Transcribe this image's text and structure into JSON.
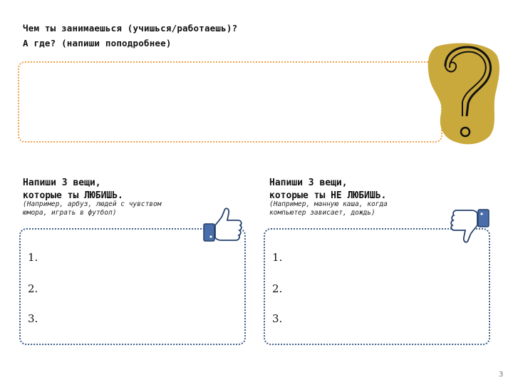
{
  "header": {
    "question_line1": "Чем ты занимаешься (учишься/работаешь)?",
    "question_line2": "А где? (напиши поподробнее)"
  },
  "decoration": {
    "icon": "question-mark-icon",
    "blob_color": "#c9a83c"
  },
  "likes": {
    "title_line1": "Напиши 3 вещи,",
    "title_line2": "которые ты ЛЮБИШЬ.",
    "example_line1": "(Например, арбуз, людей с чувством",
    "example_line2": "юмора, играть в футбол)",
    "icon": "thumbs-up-icon",
    "items": [
      "1.",
      "2.",
      "3."
    ]
  },
  "dislikes": {
    "title_line1": "Напиши 3 вещи,",
    "title_line2": "которые ты НЕ ЛЮБИШЬ.",
    "example_line1": "(Например, манную каша, когда",
    "example_line2": "компьютер зависает, дождь)",
    "icon": "thumbs-down-icon",
    "items": [
      "1.",
      "2.",
      "3."
    ]
  },
  "colors": {
    "answer_box_border": "#f0a24a",
    "list_box_border": "#3f5f88",
    "thumb_blue": "#4a6ea9"
  },
  "footer": {
    "page_number": "3"
  }
}
